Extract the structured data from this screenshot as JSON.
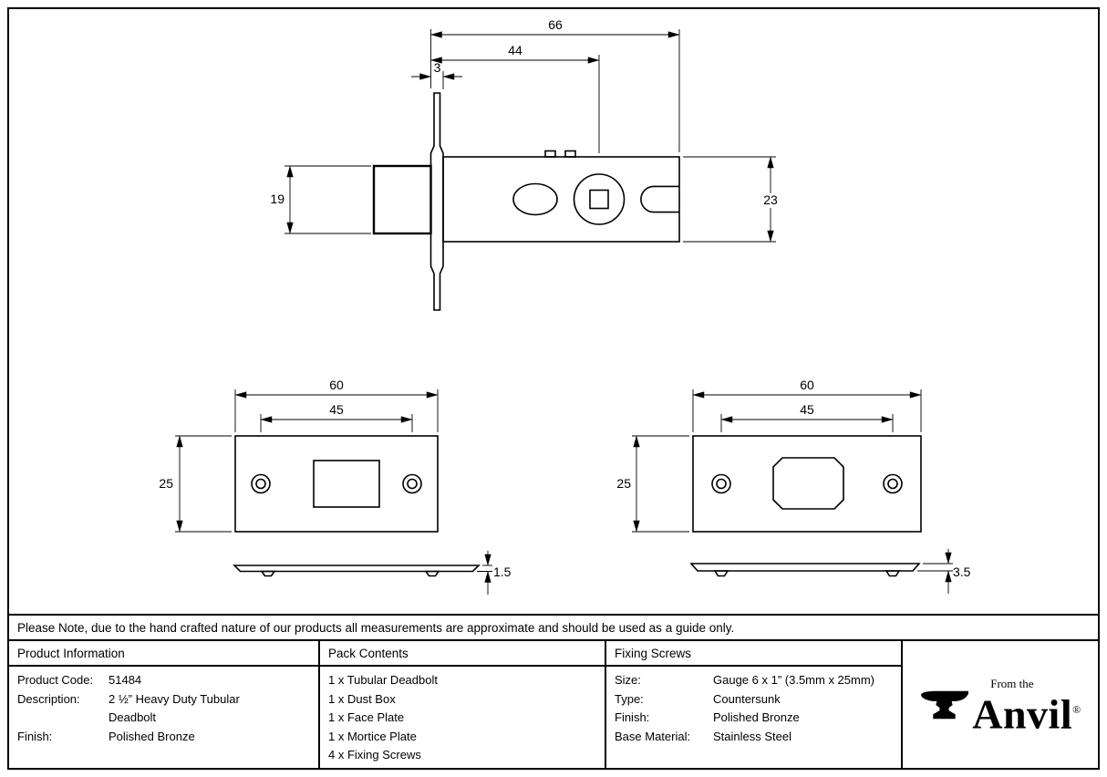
{
  "note": "Please Note, due to the hand crafted nature of our products all measurements are approximate and should be used as a guide only.",
  "drawing": {
    "main_view": {
      "width_overall": "66",
      "width_to_spindle": "44",
      "faceplate_thickness": "3",
      "bolt_height": "19",
      "case_height": "23"
    },
    "faceplate_plain": {
      "width": "60",
      "screw_centres": "45",
      "height": "25",
      "thickness": "1.5"
    },
    "faceplate_chamfered": {
      "width": "60",
      "screw_centres": "45",
      "height": "25",
      "thickness": "3.5"
    }
  },
  "table": {
    "product_information": {
      "header": "Product Information",
      "rows": [
        {
          "label": "Product Code:",
          "value": "51484"
        },
        {
          "label": "Description:",
          "value": "2 ½” Heavy Duty Tubular Deadbolt"
        },
        {
          "label": "Finish:",
          "value": "Polished Bronze"
        }
      ]
    },
    "pack_contents": {
      "header": "Pack Contents",
      "items": [
        "1 x Tubular Deadbolt",
        "1 x Dust Box",
        "1 x Face Plate",
        "1 x Mortice Plate",
        "4 x Fixing Screws"
      ]
    },
    "fixing_screws": {
      "header": "Fixing Screws",
      "rows": [
        {
          "label": "Size:",
          "value": "Gauge 6 x 1” (3.5mm x 25mm)"
        },
        {
          "label": "Type:",
          "value": "Countersunk"
        },
        {
          "label": "Finish:",
          "value": "Polished Bronze"
        },
        {
          "label": "Base Material:",
          "value": "Stainless Steel"
        }
      ]
    }
  },
  "logo": {
    "from_the": "From the",
    "brand": "Anvil",
    "registered": "®"
  }
}
